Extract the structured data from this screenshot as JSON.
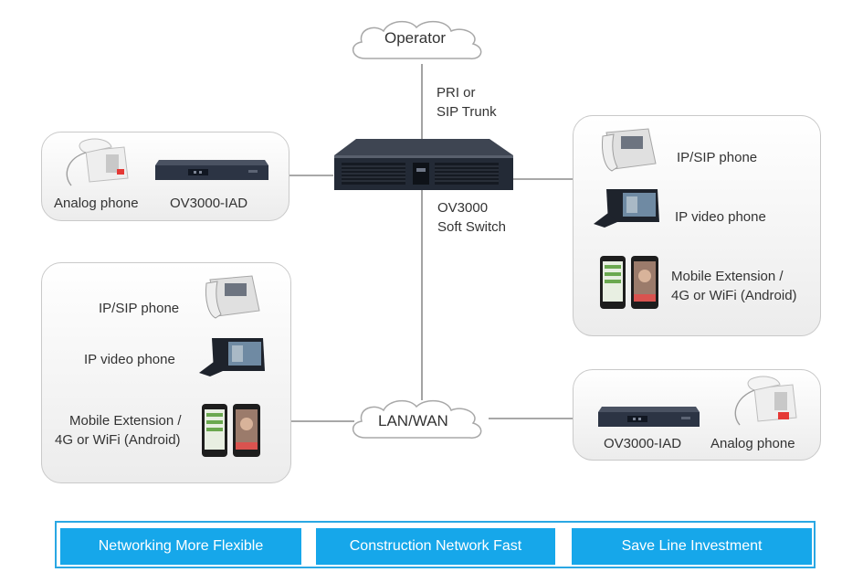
{
  "nodes": {
    "operator": "Operator",
    "trunk": [
      "PRI or",
      "SIP Trunk"
    ],
    "softswitch": [
      "OV3000",
      "Soft Switch"
    ],
    "lanwan": "LAN/WAN"
  },
  "left_top": {
    "analog_phone": "Analog phone",
    "iad": "OV3000-IAD"
  },
  "right_top": {
    "sip_phone": "IP/SIP phone",
    "video_phone": "IP video phone",
    "mobile": [
      "Mobile Extension /",
      "4G or WiFi (Android)"
    ]
  },
  "left_bottom": {
    "sip_phone": "IP/SIP phone",
    "video_phone": "IP video phone",
    "mobile": [
      "Mobile Extension /",
      "4G or WiFi (Android)"
    ]
  },
  "right_bottom": {
    "iad": "OV3000-IAD",
    "analog_phone": "Analog phone"
  },
  "benefits": [
    "Networking More Flexible",
    "Construction Network Fast",
    "Save Line Investment"
  ],
  "colors": {
    "accent": "#16a7ea",
    "line": "#8c8c8c",
    "device": "#2c3444"
  },
  "icons": [
    "cloud-icon",
    "analog-phone-icon",
    "iad-device-icon",
    "softswitch-server-icon",
    "ip-phone-icon",
    "video-phone-icon",
    "smartphone-icon"
  ]
}
